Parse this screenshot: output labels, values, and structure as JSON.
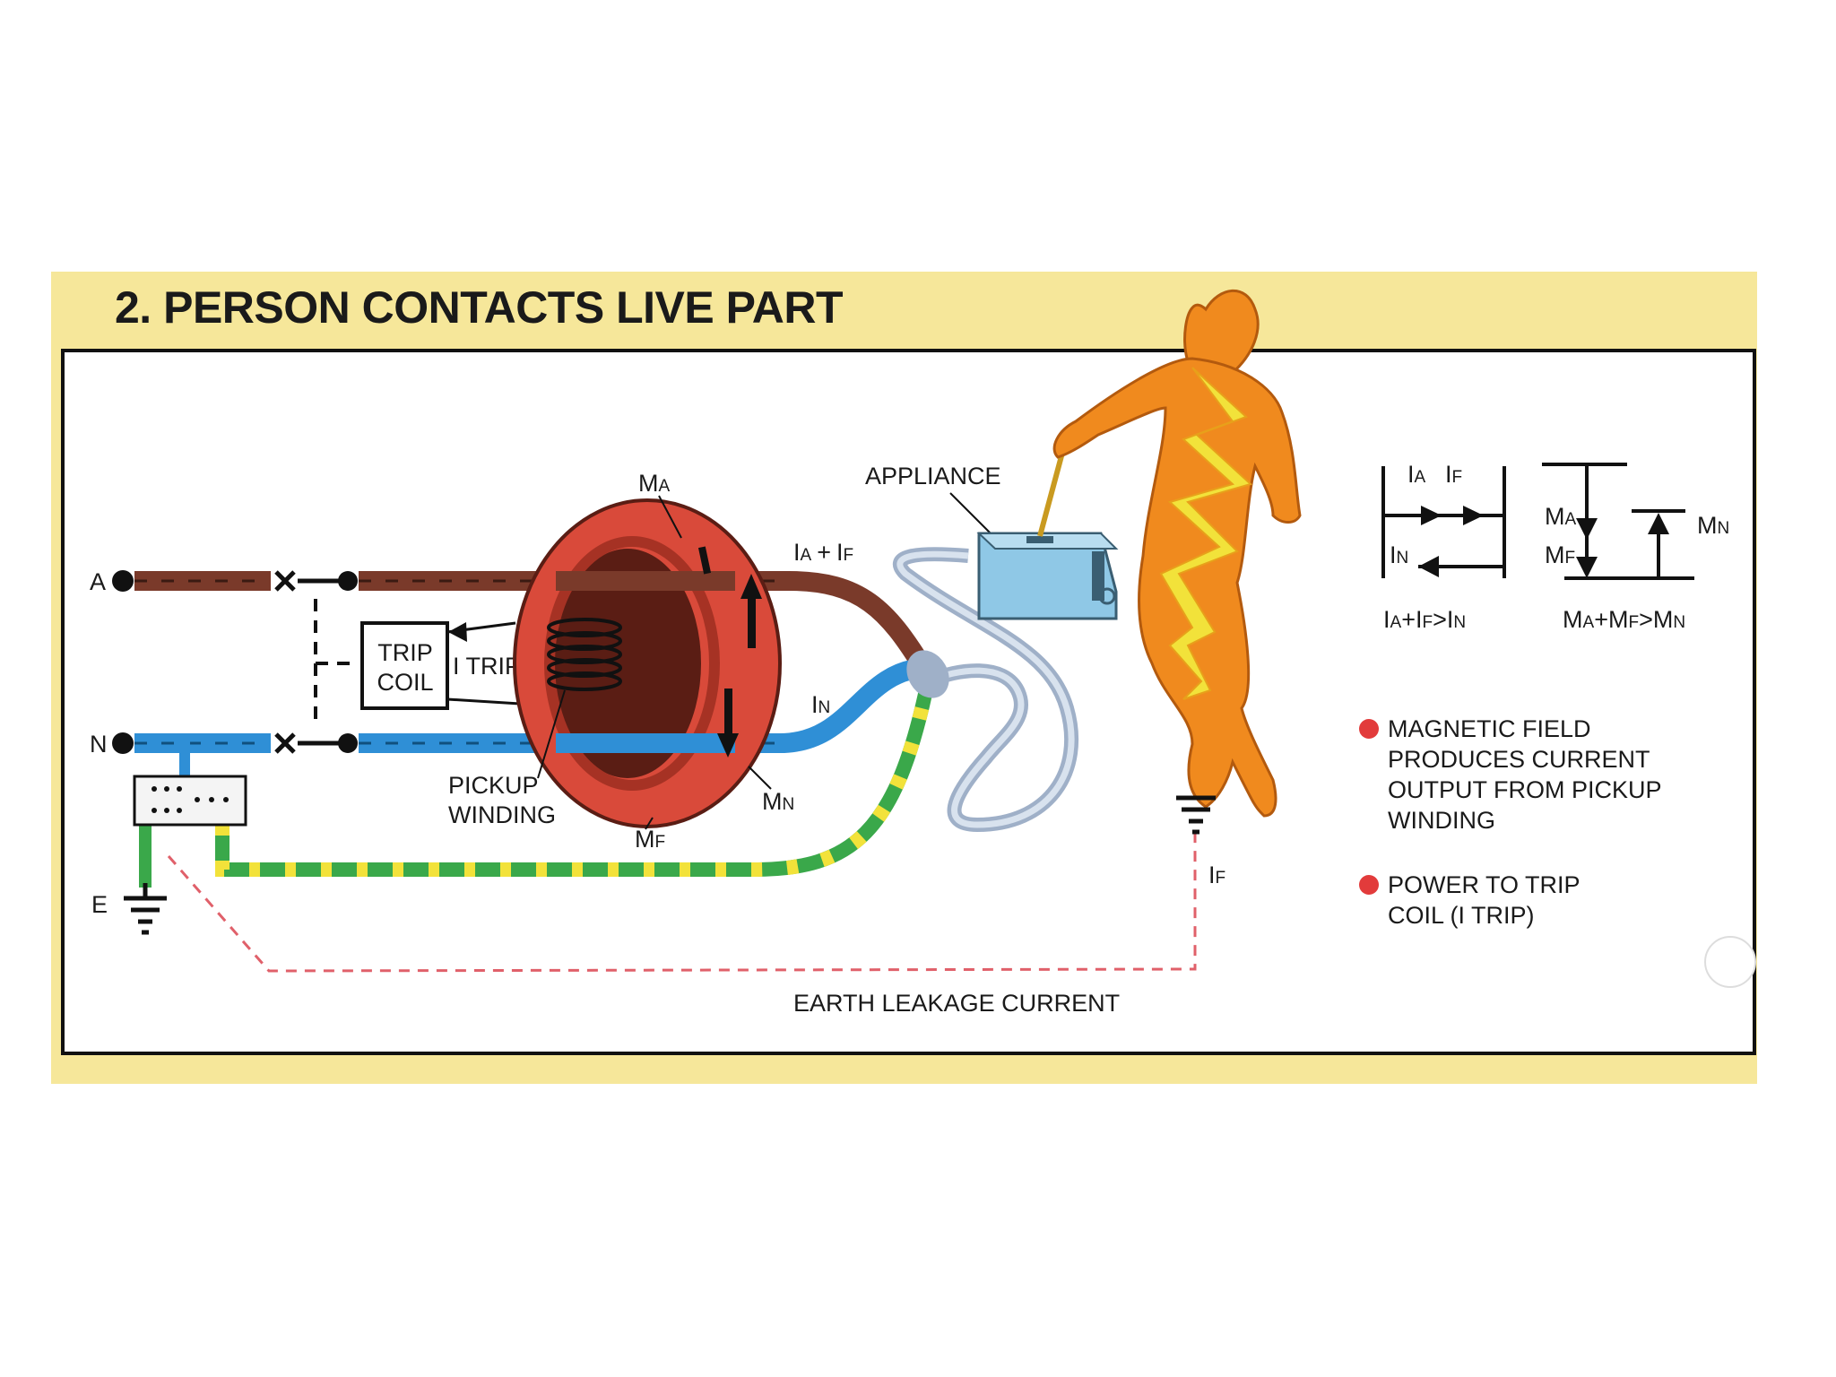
{
  "title": "2. PERSON CONTACTS LIVE PART",
  "colors": {
    "banner": "#f6e79a",
    "live_wire": "#7a3a2a",
    "neutral_wire": "#2f8fd6",
    "earth_green": "#3aa84a",
    "earth_yellow": "#f2e23a",
    "core": "#d94a3a",
    "appliance": "#8fc8e6",
    "person": "#f08a1e",
    "leakage_dash": "#e0606a",
    "bullet": "#e23b3b"
  },
  "terminals": {
    "a": "A",
    "n": "N",
    "e": "E"
  },
  "labels": {
    "trip_coil_1": "TRIP",
    "trip_coil_2": "COIL",
    "i_trip": "I TRIP",
    "pickup_1": "PICKUP",
    "pickup_2": "WINDING",
    "appliance": "APPLIANCE",
    "earth_leakage": "EARTH LEAKAGE CURRENT"
  },
  "symbols": {
    "ma": {
      "main": "M",
      "sub": "A"
    },
    "mn": {
      "main": "M",
      "sub": "N"
    },
    "mf": {
      "main": "M",
      "sub": "F"
    },
    "ia": {
      "main": "I",
      "sub": "A"
    },
    "in": {
      "main": "I",
      "sub": "N"
    },
    "if": {
      "main": "I",
      "sub": "F"
    },
    "plus": "+",
    "gt": ">"
  },
  "notes": [
    {
      "lines": [
        "MAGNETIC FIELD",
        "PRODUCES CURRENT",
        "OUTPUT FROM PICKUP",
        "WINDING"
      ]
    },
    {
      "lines": [
        "POWER TO TRIP",
        "COIL (I TRIP)"
      ]
    }
  ]
}
